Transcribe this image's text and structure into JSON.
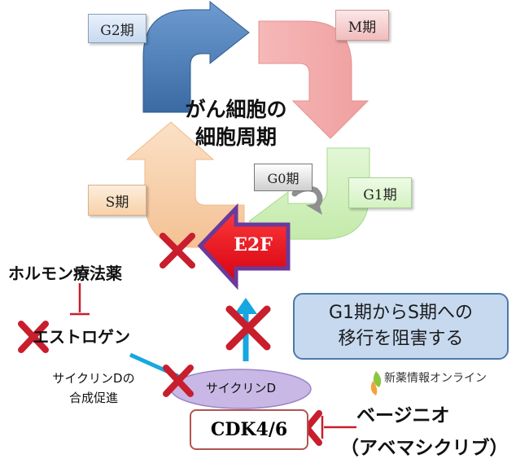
{
  "cycle": {
    "title_line1": "がん細胞の",
    "title_line2": "細胞周期",
    "phases": {
      "g2": "G2期",
      "m": "M期",
      "s": "S期",
      "g1": "G1期",
      "g0": "G0期"
    }
  },
  "e2f": {
    "label": "E2F"
  },
  "hormone_therapy": {
    "label": "ホルモン療法薬"
  },
  "estrogen": {
    "label": "エストロゲン"
  },
  "cyclin_d": {
    "label": "サイクリンD"
  },
  "promotion": {
    "line1": "サイクリンDの",
    "line2": "合成促進"
  },
  "cdk": {
    "label": "CDK4/6"
  },
  "drug": {
    "name": "ベージニオ",
    "generic": "（アベマシクリブ）"
  },
  "inhibition": {
    "line1": "G1期からS期への",
    "line2": "移行を阻害する"
  },
  "logo": {
    "text": "新薬情報オンライン"
  },
  "colors": {
    "g2_arrow": "#4f7fb8",
    "m_arrow": "#f4a5a5",
    "g1_arrow": "#c8eeb0",
    "s_arrow": "#f6c99b",
    "e2f_red": "#e60012",
    "e2f_border": "#6a3a9a",
    "cross_red": "#c81e2d",
    "up_arrow": "#16a7e0",
    "cyclin_fill": "#c9b8e6",
    "callout_fill": "#c6d9ef"
  }
}
